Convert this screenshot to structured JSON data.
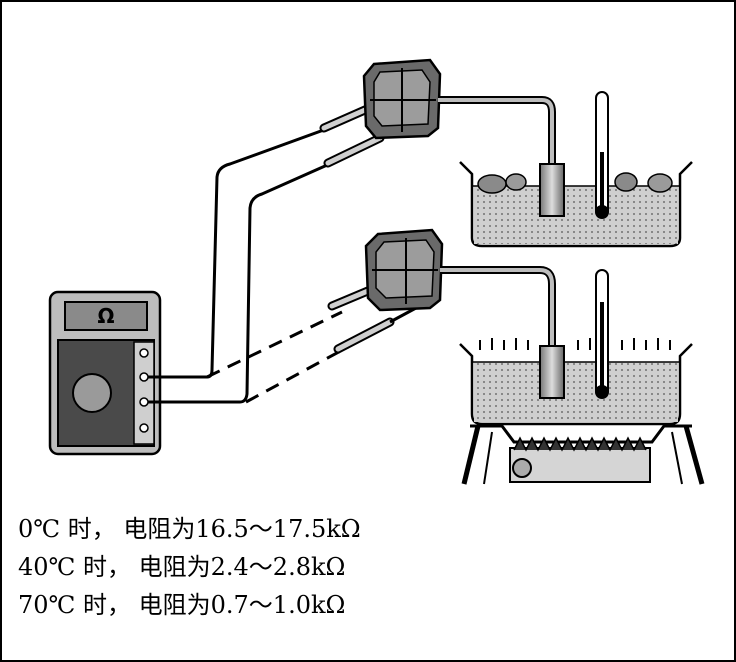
{
  "meter": {
    "symbol": "Ω"
  },
  "captions": [
    "0℃ 时， 电阻为16.5～17.5kΩ",
    "40℃ 时， 电阻为2.4～2.8kΩ",
    "70℃ 时， 电阻为0.7～1.0kΩ"
  ]
}
